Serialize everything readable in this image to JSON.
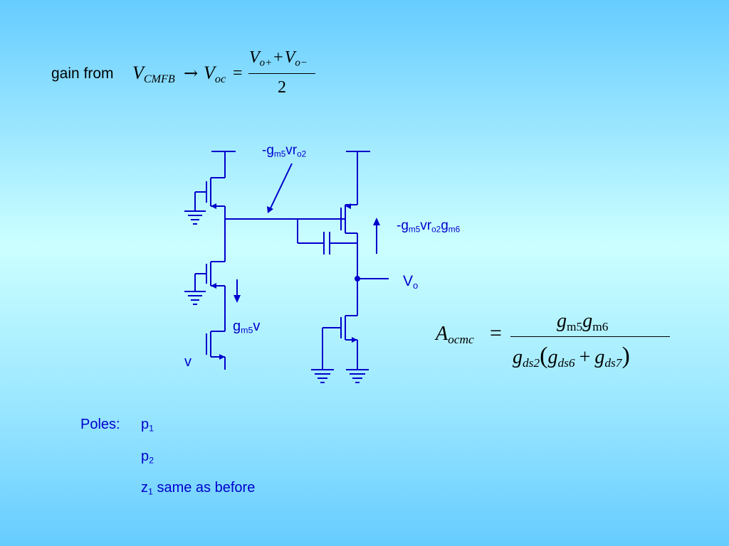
{
  "equation_gain": {
    "prefix": "gain from",
    "lhs_var": "V",
    "lhs_sub": "CMFB",
    "arrow": "→",
    "voc_var": "V",
    "voc_sub": "oc",
    "equals": "=",
    "num_v1": "V",
    "num_v1_sub": "o+",
    "num_plus": "+",
    "num_v2": "V",
    "num_v2_sub": "o−",
    "denominator": "2"
  },
  "circuit_labels": {
    "top_label_main": "-g",
    "top_label_sub1": "m5",
    "top_label_mid": "vr",
    "top_label_sub2": "o2",
    "right_label_main": "-g",
    "right_label_sub1": "m5",
    "right_label_mid": "vr",
    "right_label_sub2": "o2",
    "right_label_g": "g",
    "right_label_sub3": "m6",
    "vo_main": "V",
    "vo_sub": "o",
    "gm5v_main": "g",
    "gm5v_sub": "m5",
    "gm5v_tail": "v",
    "v_label": "v"
  },
  "equation_gain_ac": {
    "lhs_var": "A",
    "lhs_sub": "ocmc",
    "equals": "=",
    "num_g1": "g",
    "num_g1_sub": "m5",
    "num_g2": "g",
    "num_g2_sub": "m6",
    "den_g1": "g",
    "den_g1_sub": "ds2",
    "den_open": "(",
    "den_g2": "g",
    "den_g2_sub": "ds6",
    "den_plus": "+",
    "den_g3": "g",
    "den_g3_sub": "ds7",
    "den_close": ")"
  },
  "poles": {
    "heading": "Poles:",
    "p1_main": "p",
    "p1_sub": "1",
    "p2_main": "p",
    "p2_sub": "2",
    "z1_main": "z",
    "z1_sub": "1",
    "z1_tail": "same as before"
  },
  "colors": {
    "text_black": "#000000",
    "circuit_blue": "#0000cc"
  }
}
